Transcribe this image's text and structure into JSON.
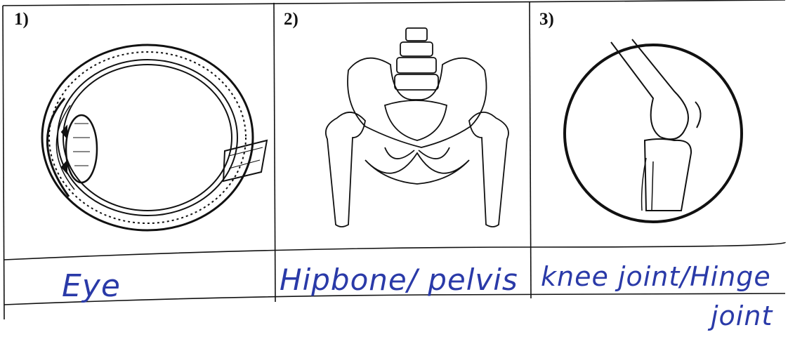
{
  "panels": [
    {
      "number": "1)",
      "answer": "Eye"
    },
    {
      "number": "2)",
      "answer": "Hipbone/ pelvis"
    },
    {
      "number": "3)",
      "answer": "knee joint/Hinge",
      "answer_continued": "joint"
    }
  ],
  "colors": {
    "ink": "#2a3aa8",
    "line": "#111111"
  }
}
